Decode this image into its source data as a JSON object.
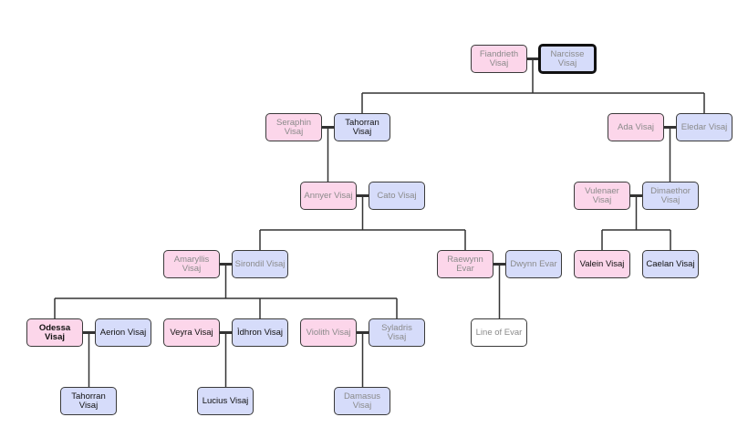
{
  "colors": {
    "female": "#fcd6ea",
    "male": "#d6dcfa",
    "neutral": "#ffffff",
    "line": "#333333",
    "dim_text": "#8a8a8a",
    "dark_text": "#111111"
  },
  "people": {
    "fiandrieth": {
      "label": "Fiandrieth Visaj",
      "gender": "female",
      "dim": true
    },
    "narcisse": {
      "label": "Narcisse Visaj",
      "gender": "male",
      "dim": true,
      "selected": true
    },
    "seraphin": {
      "label": "Seraphin Visaj",
      "gender": "female",
      "dim": true
    },
    "tahorran1": {
      "label": "Tahorran Visaj",
      "gender": "male",
      "dim": false
    },
    "ada": {
      "label": "Ada Visaj",
      "gender": "female",
      "dim": true
    },
    "eledar": {
      "label": "Eledar Visaj",
      "gender": "male",
      "dim": true
    },
    "annyer": {
      "label": "Annyer Visaj",
      "gender": "female",
      "dim": true
    },
    "cato": {
      "label": "Cato Visaj",
      "gender": "male",
      "dim": true
    },
    "vulenaer": {
      "label": "Vulenaer Visaj",
      "gender": "female",
      "dim": true
    },
    "dimaethor": {
      "label": "Dimaethor Visaj",
      "gender": "male",
      "dim": true
    },
    "amaryllis": {
      "label": "Amaryllis Visaj",
      "gender": "female",
      "dim": true
    },
    "sirondil": {
      "label": "Sirondil Visaj",
      "gender": "male",
      "dim": true
    },
    "raewynn": {
      "label": "Raewynn Evar",
      "gender": "female",
      "dim": true
    },
    "dwynn": {
      "label": "Dwynn Evar",
      "gender": "male",
      "dim": true
    },
    "valein": {
      "label": "Valein Visaj",
      "gender": "female",
      "dim": false
    },
    "caelan": {
      "label": "Caelan Visaj",
      "gender": "male",
      "dim": false
    },
    "odessa": {
      "label": "Odessa Visaj",
      "gender": "female",
      "dim": false,
      "bold": true
    },
    "aerion": {
      "label": "Aerion Visaj",
      "gender": "male",
      "dim": false
    },
    "veyra": {
      "label": "Veyra Visaj",
      "gender": "female",
      "dim": false
    },
    "idhron": {
      "label": "Ìdhron Visaj",
      "gender": "male",
      "dim": false
    },
    "violith": {
      "label": "Violith Visaj",
      "gender": "female",
      "dim": true
    },
    "syladris": {
      "label": "Syladris Visaj",
      "gender": "male",
      "dim": true
    },
    "line_evar": {
      "label": "Line of Evar",
      "gender": "neutral",
      "dim": true
    },
    "tahorran2": {
      "label": "Tahorran Visaj",
      "gender": "male",
      "dim": false
    },
    "lucius": {
      "label": "Lucius Visaj",
      "gender": "male",
      "dim": false
    },
    "damasus": {
      "label": "Damasus Visaj",
      "gender": "male",
      "dim": true
    }
  },
  "couples": [
    [
      "fiandrieth",
      "narcisse"
    ],
    [
      "seraphin",
      "tahorran1"
    ],
    [
      "ada",
      "eledar"
    ],
    [
      "annyer",
      "cato"
    ],
    [
      "vulenaer",
      "dimaethor"
    ],
    [
      "amaryllis",
      "sirondil"
    ],
    [
      "raewynn",
      "dwynn"
    ],
    [
      "odessa",
      "aerion"
    ],
    [
      "veyra",
      "idhron"
    ],
    [
      "violith",
      "syladris"
    ]
  ],
  "descents": [
    {
      "parents": [
        "fiandrieth",
        "narcisse"
      ],
      "children": [
        "tahorran1",
        "eledar"
      ]
    },
    {
      "parents": [
        "seraphin",
        "tahorran1"
      ],
      "children": [
        "annyer"
      ]
    },
    {
      "parents": [
        "ada",
        "eledar"
      ],
      "children": [
        "dimaethor"
      ]
    },
    {
      "parents": [
        "annyer",
        "cato"
      ],
      "children": [
        "sirondil",
        "raewynn"
      ]
    },
    {
      "parents": [
        "vulenaer",
        "dimaethor"
      ],
      "children": [
        "valein",
        "caelan"
      ]
    },
    {
      "parents": [
        "amaryllis",
        "sirondil"
      ],
      "children": [
        "odessa",
        "idhron",
        "syladris"
      ]
    },
    {
      "parents": [
        "raewynn",
        "dwynn"
      ],
      "children": [
        "line_evar"
      ]
    },
    {
      "parents": [
        "odessa",
        "aerion"
      ],
      "children": [
        "tahorran2"
      ]
    },
    {
      "parents": [
        "veyra",
        "idhron"
      ],
      "children": [
        "lucius"
      ]
    },
    {
      "parents": [
        "violith",
        "syladris"
      ],
      "children": [
        "damasus"
      ]
    }
  ]
}
